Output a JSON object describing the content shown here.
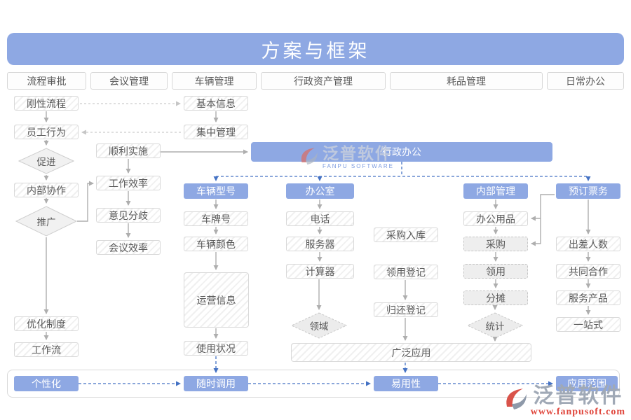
{
  "title": "方案与框架",
  "tabs": [
    "流程审批",
    "会议管理",
    "车辆管理",
    "行政资产管理",
    "耗品管理",
    "日常办公"
  ],
  "nodes": {
    "rigid_process": "刚性流程",
    "employee_behavior": "员工行为",
    "promote": "促进",
    "internal_collab": "内部协作",
    "spread": "推广",
    "optimize_system": "优化制度",
    "workflow": "工作流",
    "smooth_impl": "顺利实施",
    "work_efficiency": "工作效率",
    "opinion_divergence": "意见分歧",
    "meeting_efficiency": "会议效率",
    "basic_info": "基本信息",
    "central_mgmt": "集中管理",
    "admin_office": "行政办公",
    "vehicle_model": "车辆型号",
    "plate_number": "车牌号",
    "vehicle_color": "车辆颜色",
    "operation_info": "运营信息",
    "usage_status": "使用状况",
    "office": "办公室",
    "phone": "电话",
    "server": "服务器",
    "calculator": "计算器",
    "domain_field": "领域",
    "purchase_inbound": "采购入库",
    "requisition_register": "领用登记",
    "return_register": "归还登记",
    "wide_application": "广泛应用",
    "internal_mgmt": "内部管理",
    "office_supplies": "办公用品",
    "purchase": "采购",
    "requisition": "领用",
    "apportion": "分摊",
    "statistics": "统计",
    "ticket_booking": "预订票务",
    "travel_count": "出差人数",
    "cooperation": "共同合作",
    "service_product": "服务产品",
    "one_stop": "一站式",
    "personalization": "个性化",
    "anytime_call": "随时调用",
    "usability": "易用性",
    "application_scope": "应用范围"
  },
  "watermark": {
    "brand": "泛普软件",
    "subtitle": "FANPU SOFTWARE"
  },
  "logo": {
    "brand": "泛普软件",
    "url": "www.fanpusoft.com"
  },
  "colors": {
    "accent_blue": "#8ea8e3",
    "blue_arrow": "#4472c4",
    "gray_arrow": "#aeaeae",
    "logo_red": "#e0473d",
    "node_text": "#595959"
  }
}
